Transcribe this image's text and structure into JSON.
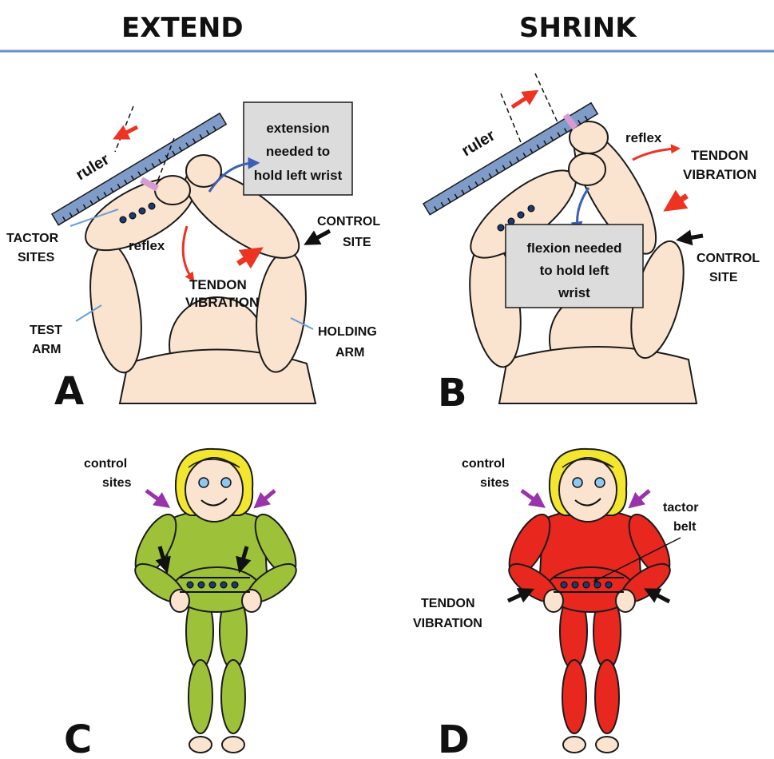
{
  "headers": {
    "left": "EXTEND",
    "right": "SHRINK"
  },
  "panel_letters": {
    "a": "A",
    "b": "B",
    "c": "C",
    "d": "D"
  },
  "panel_a": {
    "ruler": "ruler",
    "box": [
      "extension",
      "needed to",
      "hold left wrist"
    ],
    "reflex": "reflex",
    "tendon": [
      "TENDON",
      "VIBRATION"
    ],
    "control": [
      "CONTROL",
      "SITE"
    ],
    "tactor": [
      "TACTOR",
      "SITES"
    ],
    "test_arm": [
      "TEST",
      "ARM"
    ],
    "holding_arm": [
      "HOLDING",
      "ARM"
    ]
  },
  "panel_b": {
    "ruler": "ruler",
    "reflex": "reflex",
    "tendon": [
      "TENDON",
      "VIBRATION"
    ],
    "box": [
      "flexion needed",
      "to hold left",
      "wrist"
    ],
    "control": [
      "CONTROL",
      "SITE"
    ]
  },
  "panel_c": {
    "control": [
      "control",
      "sites"
    ]
  },
  "panel_d": {
    "control": [
      "control",
      "sites"
    ],
    "tactor": [
      "tactor",
      "belt"
    ],
    "tendon": [
      "TENDON",
      "VIBRATION"
    ]
  },
  "colors": {
    "skin": "#fae3cf",
    "ruler": "#7f9bc8",
    "grey_box": "#dcdcdc",
    "red_arrow": "#ee3322",
    "blue_arrow": "#3b5fb5",
    "purple_arrow": "#9933aa",
    "green_suit": "#9dc23a",
    "red_suit": "#e8271e",
    "hair": "#f3e62e",
    "rule_line": "#6a8fc7"
  }
}
